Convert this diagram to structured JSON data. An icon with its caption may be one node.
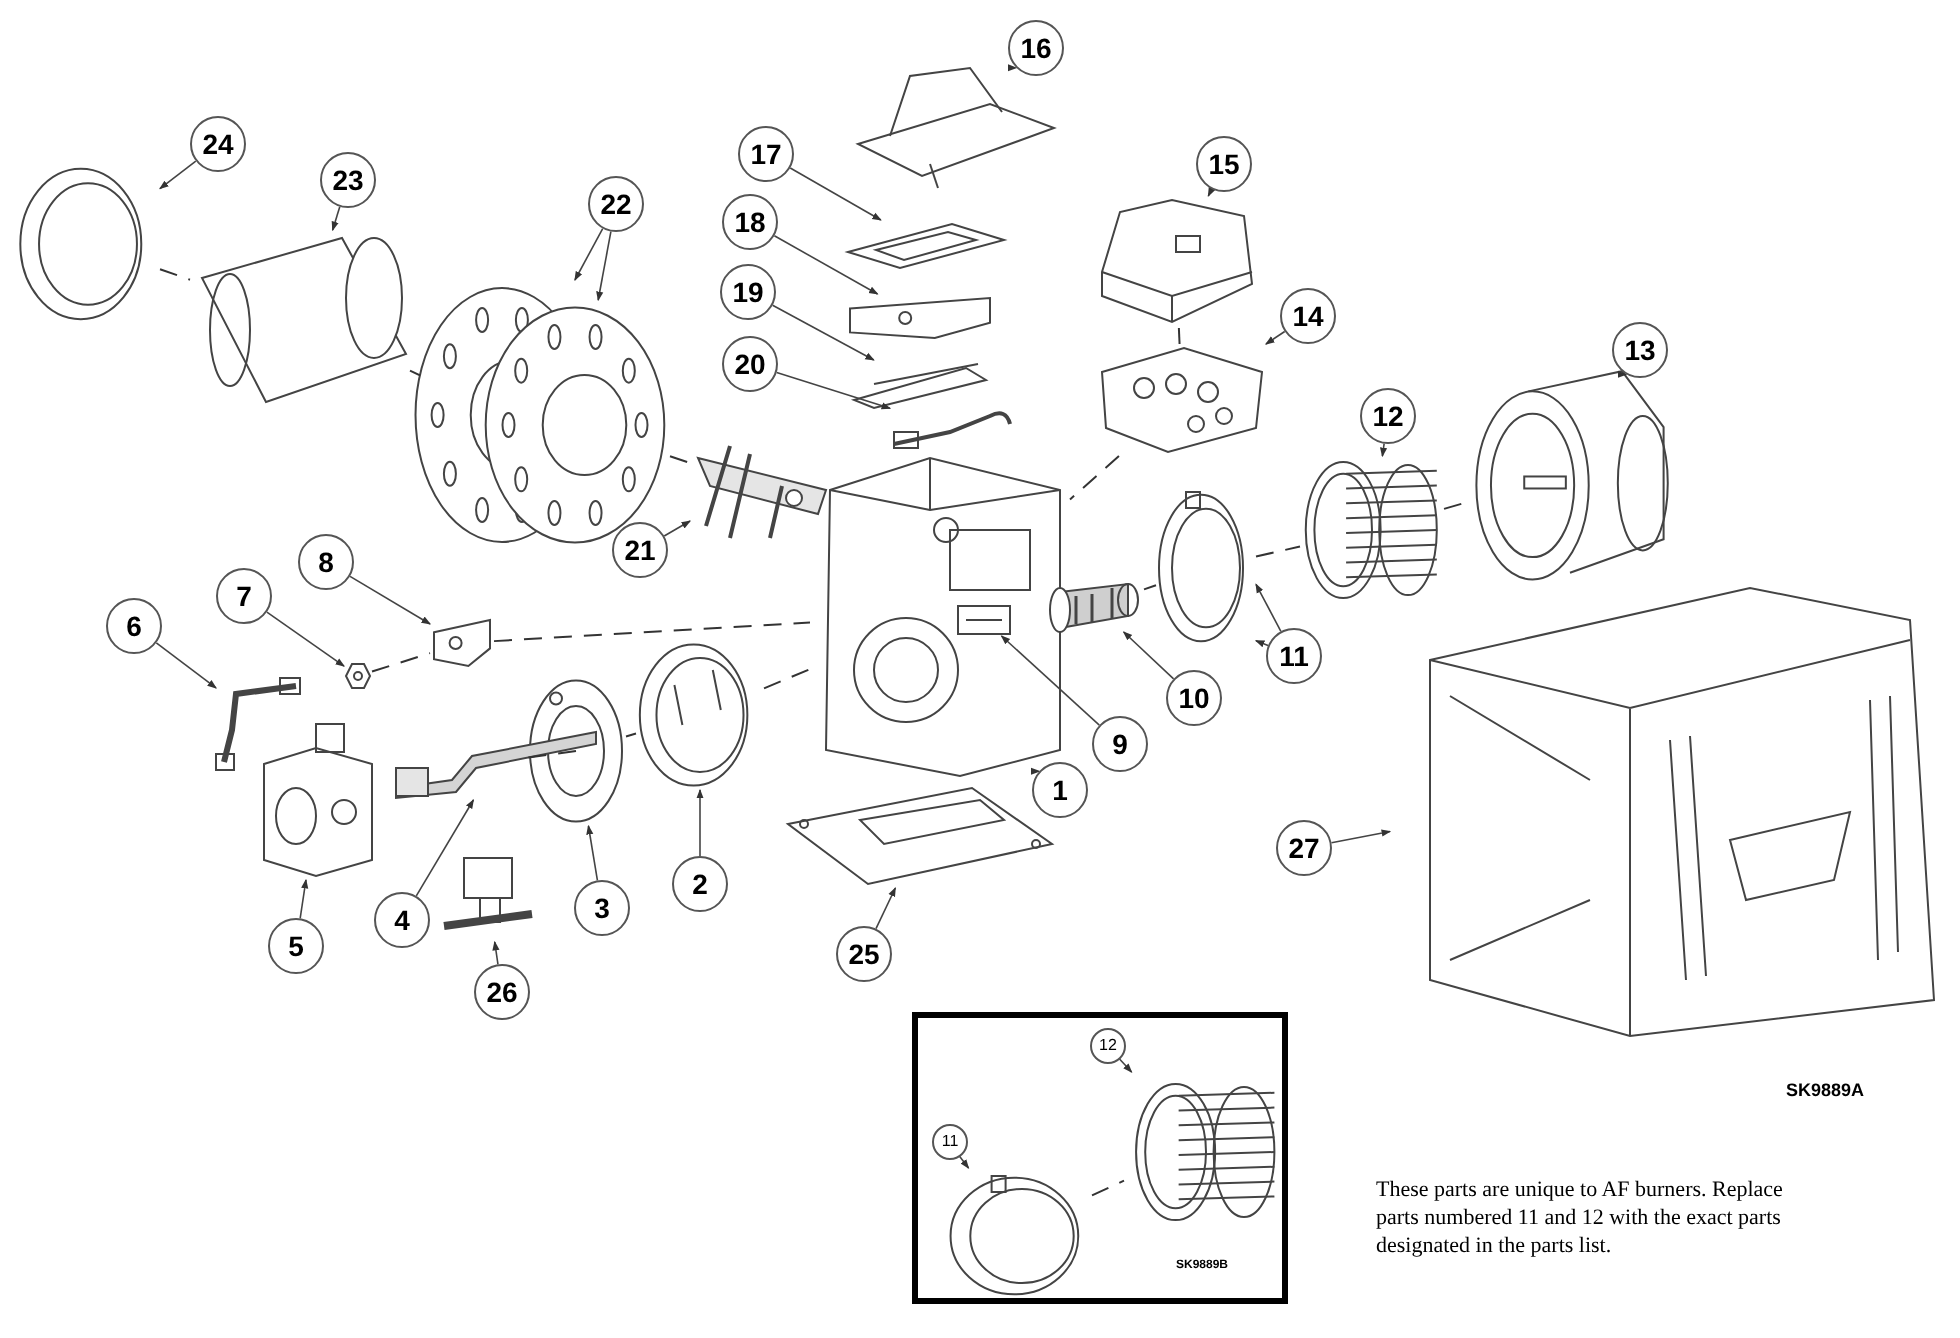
{
  "diagram": {
    "nodes": [
      {
        "text": [
          "1"
        ]
      },
      {
        "text": [
          "2"
        ]
      },
      {
        "text": [
          "3"
        ]
      },
      {
        "text": [
          "4"
        ]
      },
      {
        "text": [
          "5"
        ]
      },
      {
        "text": [
          "6"
        ]
      },
      {
        "text": [
          "7"
        ]
      },
      {
        "text": [
          "8"
        ]
      },
      {
        "text": [
          "9"
        ]
      },
      {
        "text": [
          "10"
        ]
      },
      {
        "text": [
          "11"
        ]
      },
      {
        "text": [
          "12"
        ]
      },
      {
        "text": [
          "13"
        ]
      },
      {
        "text": [
          "14"
        ]
      },
      {
        "text": [
          "15"
        ]
      },
      {
        "text": [
          "16"
        ]
      },
      {
        "text": [
          "17"
        ]
      },
      {
        "text": [
          "18"
        ]
      },
      {
        "text": [
          "19"
        ]
      },
      {
        "text": [
          "20"
        ]
      },
      {
        "text": [
          "21"
        ]
      },
      {
        "text": [
          "22"
        ]
      },
      {
        "text": [
          "23"
        ]
      },
      {
        "text": [
          "24"
        ]
      },
      {
        "text": [
          "25"
        ]
      },
      {
        "text": [
          "26"
        ]
      },
      {
        "text": [
          "27"
        ]
      },
      {
        "text": [],
        "shape": "picture"
      },
      {
        "text": [],
        "shape": "picture"
      },
      {
        "text": [],
        "shape": "picture"
      },
      {
        "text": [],
        "shape": "picture"
      },
      {
        "text": [],
        "shape": "picture"
      },
      {
        "text": [],
        "shape": "picture"
      },
      {
        "text": [],
        "shape": "picture"
      },
      {
        "text": [],
        "shape": "picture"
      },
      {
        "text": [],
        "shape": "picture",
        "in": 27
      },
      {
        "text": [],
        "shape": "picture"
      },
      {
        "text": [],
        "shape": "picture"
      },
      {
        "text": [],
        "shape": "picture"
      },
      {
        "text": [],
        "shape": "picture"
      },
      {
        "text": [],
        "shape": "picture"
      },
      {
        "text": [],
        "shape": "picture"
      },
      {
        "text": [],
        "shape": "picture"
      },
      {
        "text": [],
        "shape": "picture"
      },
      {
        "text": [],
        "shape": "picture"
      },
      {
        "text": [],
        "shape": "picture"
      },
      {
        "text": [],
        "shape": "picture"
      },
      {
        "text": [],
        "shape": "picture"
      },
      {
        "text": [],
        "shape": "picture"
      },
      {
        "text": [],
        "shape": "picture"
      },
      {
        "text": [],
        "shape": "picture"
      },
      {
        "text": [],
        "shape": "picture"
      },
      {
        "text": [],
        "shape": "picture"
      },
      {
        "text": [],
        "shape": "picture"
      },
      {
        "text": [],
        "shape": "picture"
      },
      {
        "text": [],
        "shape": "box"
      },
      {
        "text": [
          "12"
        ],
        "in": 55
      },
      {
        "text": [
          "11"
        ],
        "in": 55
      },
      {
        "text": [],
        "shape": "picture",
        "in": 55
      },
      {
        "text": [],
        "shape": "picture",
        "in": 55
      }
    ],
    "edges": [
      {
        "from": 0,
        "to": 27,
        "arrow": "to"
      },
      {
        "from": 1,
        "to": 28,
        "arrow": "to"
      },
      {
        "from": 2,
        "to": 29,
        "arrow": "to"
      },
      {
        "from": 3,
        "to": 30,
        "arrow": "to"
      },
      {
        "from": 4,
        "to": 31,
        "arrow": "to"
      },
      {
        "from": 5,
        "to": 32,
        "arrow": "to"
      },
      {
        "from": 6,
        "to": 33,
        "arrow": "to"
      },
      {
        "from": 7,
        "to": 34,
        "arrow": "to"
      },
      {
        "from": 8,
        "to": 35,
        "arrow": "to"
      },
      {
        "from": 9,
        "to": 36,
        "arrow": "to"
      },
      {
        "from": 10,
        "to": 37,
        "arrow": "to"
      },
      {
        "from": 10,
        "to": 37,
        "arrow": "to"
      },
      {
        "from": 11,
        "to": 38,
        "arrow": "to"
      },
      {
        "from": 12,
        "to": 39,
        "arrow": "to"
      },
      {
        "from": 13,
        "to": 40,
        "arrow": "to"
      },
      {
        "from": 14,
        "to": 41,
        "arrow": "to"
      },
      {
        "from": 15,
        "to": 42,
        "arrow": "to"
      },
      {
        "from": 16,
        "to": 43,
        "arrow": "to"
      },
      {
        "from": 17,
        "to": 44,
        "arrow": "to"
      },
      {
        "from": 18,
        "to": 45,
        "arrow": "to"
      },
      {
        "from": 19,
        "to": 46,
        "arrow": "to"
      },
      {
        "from": 20,
        "to": 47,
        "arrow": "to"
      },
      {
        "from": 21,
        "to": 48,
        "arrow": "to"
      },
      {
        "from": 21,
        "to": 49,
        "arrow": "to"
      },
      {
        "from": 22,
        "to": 50,
        "arrow": "to"
      },
      {
        "from": 23,
        "to": 51,
        "arrow": "to"
      },
      {
        "from": 24,
        "to": 52,
        "arrow": "to"
      },
      {
        "from": 25,
        "to": 53,
        "arrow": "to"
      },
      {
        "from": 26,
        "to": 54,
        "arrow": "to"
      },
      {
        "from": 56,
        "to": 58,
        "arrow": "to"
      },
      {
        "from": 57,
        "to": 59,
        "arrow": "to"
      },
      {
        "from": 51,
        "to": 50,
        "arrow": "none",
        "style": "dashed"
      },
      {
        "from": 50,
        "to": 48,
        "arrow": "none",
        "style": "dashed"
      },
      {
        "from": 49,
        "to": 47,
        "arrow": "none",
        "style": "dashed"
      },
      {
        "from": 33,
        "to": 34,
        "arrow": "none",
        "style": "dashed"
      },
      {
        "from": 34,
        "to": 27,
        "arrow": "none",
        "style": "dashed"
      },
      {
        "from": 30,
        "to": 29,
        "arrow": "none",
        "style": "dashed"
      },
      {
        "from": 29,
        "to": 28,
        "arrow": "none",
        "style": "dashed"
      },
      {
        "from": 28,
        "to": 27,
        "arrow": "none",
        "style": "dashed"
      },
      {
        "from": 41,
        "to": 40,
        "arrow": "none",
        "style": "dashed"
      },
      {
        "from": 40,
        "to": 27,
        "arrow": "none",
        "style": "dashed"
      },
      {
        "from": 36,
        "to": 37,
        "arrow": "none",
        "style": "dashed"
      },
      {
        "from": 37,
        "to": 38,
        "arrow": "none",
        "style": "dashed"
      },
      {
        "from": 38,
        "to": 39,
        "arrow": "none",
        "style": "dashed"
      },
      {
        "from": 59,
        "to": 58,
        "arrow": "none",
        "style": "dashed"
      }
    ],
    "labels": [
      "SK9889A",
      "SK9889B",
      "These parts are unique to AF burners. Replace parts numbered 11 and 12 with the exact parts designated in the parts list."
    ]
  }
}
